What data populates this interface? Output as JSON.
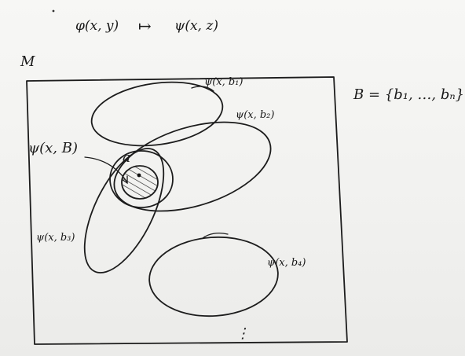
{
  "header": {
    "formula_left": "φ(x, y)",
    "arrow": "↦",
    "formula_right": "ψ(x, z)"
  },
  "structure_label": "M",
  "parameter_set": "B = {b₁, …, bₙ}",
  "sets": {
    "b1": "ψ(x, b₁)",
    "b2": "ψ(x, b₂)",
    "b3": "ψ(x, b₃)",
    "b4": "ψ(x, b₄)",
    "intersection": "ψ(x, B)"
  },
  "point_label": "a",
  "continuation": "⋮"
}
